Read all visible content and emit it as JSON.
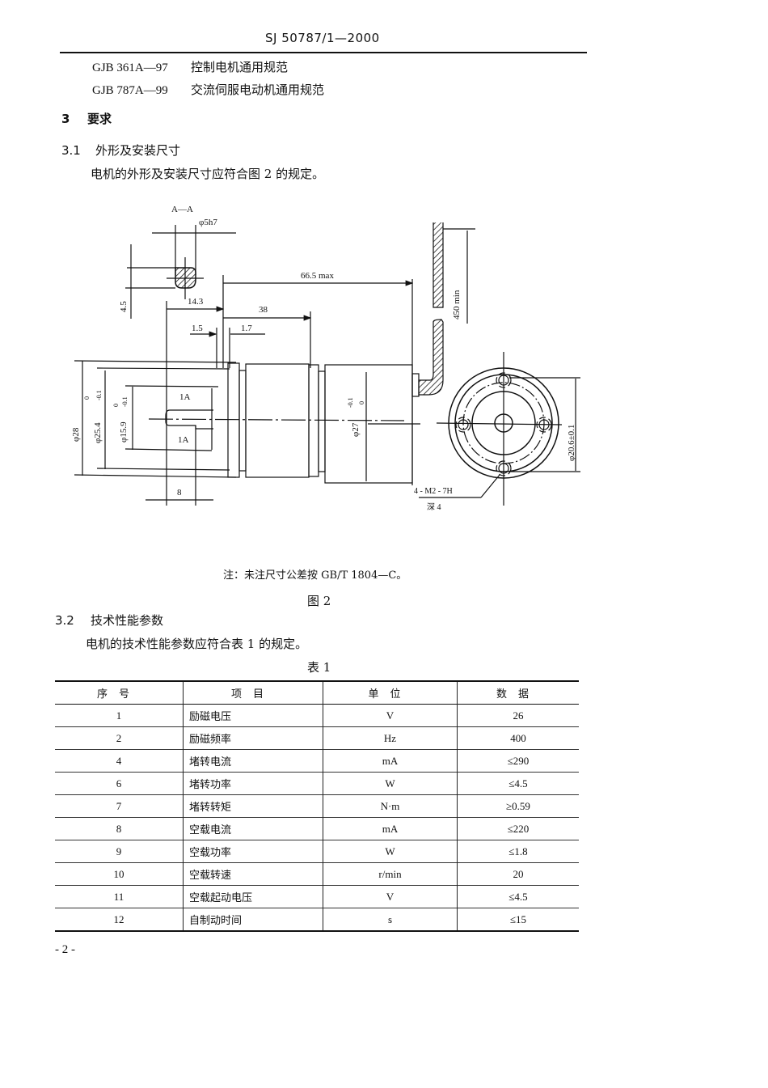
{
  "header": {
    "standard_code": "SJ 50787/1—2000"
  },
  "references": [
    {
      "code": "GJB 361A—97",
      "title": "控制电机通用规范"
    },
    {
      "code": "GJB 787A—99",
      "title": "交流伺服电动机通用规范"
    }
  ],
  "section3": {
    "number": "3",
    "title": "要求"
  },
  "section3_1": {
    "number": "3.1",
    "title": "外形及安装尺寸",
    "body": "电机的外形及安装尺寸应符合图 2 的规定。"
  },
  "figure2": {
    "section_label": "A—A",
    "dims": {
      "shaft_dia": "φ5h7",
      "flat": "4.5",
      "d_14_3": "14.3",
      "d_66_5": "66.5 max",
      "d_38": "38",
      "d_1_5": "1.5",
      "d_1_7": "1.7",
      "d_8": "8",
      "d_28": "φ28",
      "d_25_4": "φ25.4",
      "d_25_4_tol_upper": "0",
      "d_25_4_tol_lower": "-0.1",
      "d_15_9": "φ15.9",
      "d_15_9_tol_upper": "0",
      "d_15_9_tol_lower": "-0.1",
      "d_27": "φ27",
      "d_27_tol_upper": "-0.1",
      "d_27_tol_lower": "0",
      "lead_len": "450 min",
      "bolt_circle": "φ20.6±0.1",
      "thread": "4 - M2 - 7H",
      "thread_depth": "深 4",
      "section_mark": "1A"
    },
    "note": "注：未注尺寸公差按 GB/T 1804—C。",
    "caption": "图 2"
  },
  "section3_2": {
    "number": "3.2",
    "title": "技术性能参数",
    "body": "电机的技术性能参数应符合表 1 的规定。"
  },
  "table1": {
    "caption": "表 1",
    "headers": [
      "序号",
      "项目",
      "单位",
      "数据"
    ],
    "rows": [
      {
        "no": "1",
        "item": "励磁电压",
        "unit": "V",
        "value": "26"
      },
      {
        "no": "2",
        "item": "励磁频率",
        "unit": "Hz",
        "value": "400"
      },
      {
        "no": "4",
        "item": "堵转电流",
        "unit": "mA",
        "value": "≤290"
      },
      {
        "no": "6",
        "item": "堵转功率",
        "unit": "W",
        "value": "≤4.5"
      },
      {
        "no": "7",
        "item": "堵转转矩",
        "unit": "N·m",
        "value": "≥0.59"
      },
      {
        "no": "8",
        "item": "空载电流",
        "unit": "mA",
        "value": "≤220"
      },
      {
        "no": "9",
        "item": "空载功率",
        "unit": "W",
        "value": "≤1.8"
      },
      {
        "no": "10",
        "item": "空载转速",
        "unit": "r/min",
        "value": "20"
      },
      {
        "no": "11",
        "item": "空载起动电压",
        "unit": "V",
        "value": "≤4.5"
      },
      {
        "no": "12",
        "item": "自制动时间",
        "unit": "s",
        "value": "≤15"
      }
    ]
  },
  "footer": {
    "page_number": "- 2 -"
  }
}
